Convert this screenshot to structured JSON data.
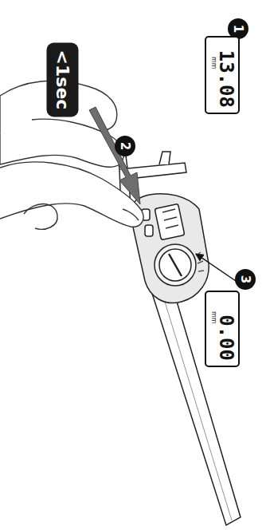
{
  "diagram": {
    "nodes": [
      {
        "text": [
          "1"
        ]
      },
      {
        "text": [
          "13.08",
          "mm"
        ]
      },
      {
        "text": [
          "<1sec"
        ]
      },
      {
        "text": [
          "2"
        ]
      },
      {
        "text": [
          "3"
        ]
      },
      {
        "text": [
          "0.00",
          "mm"
        ]
      }
    ]
  }
}
